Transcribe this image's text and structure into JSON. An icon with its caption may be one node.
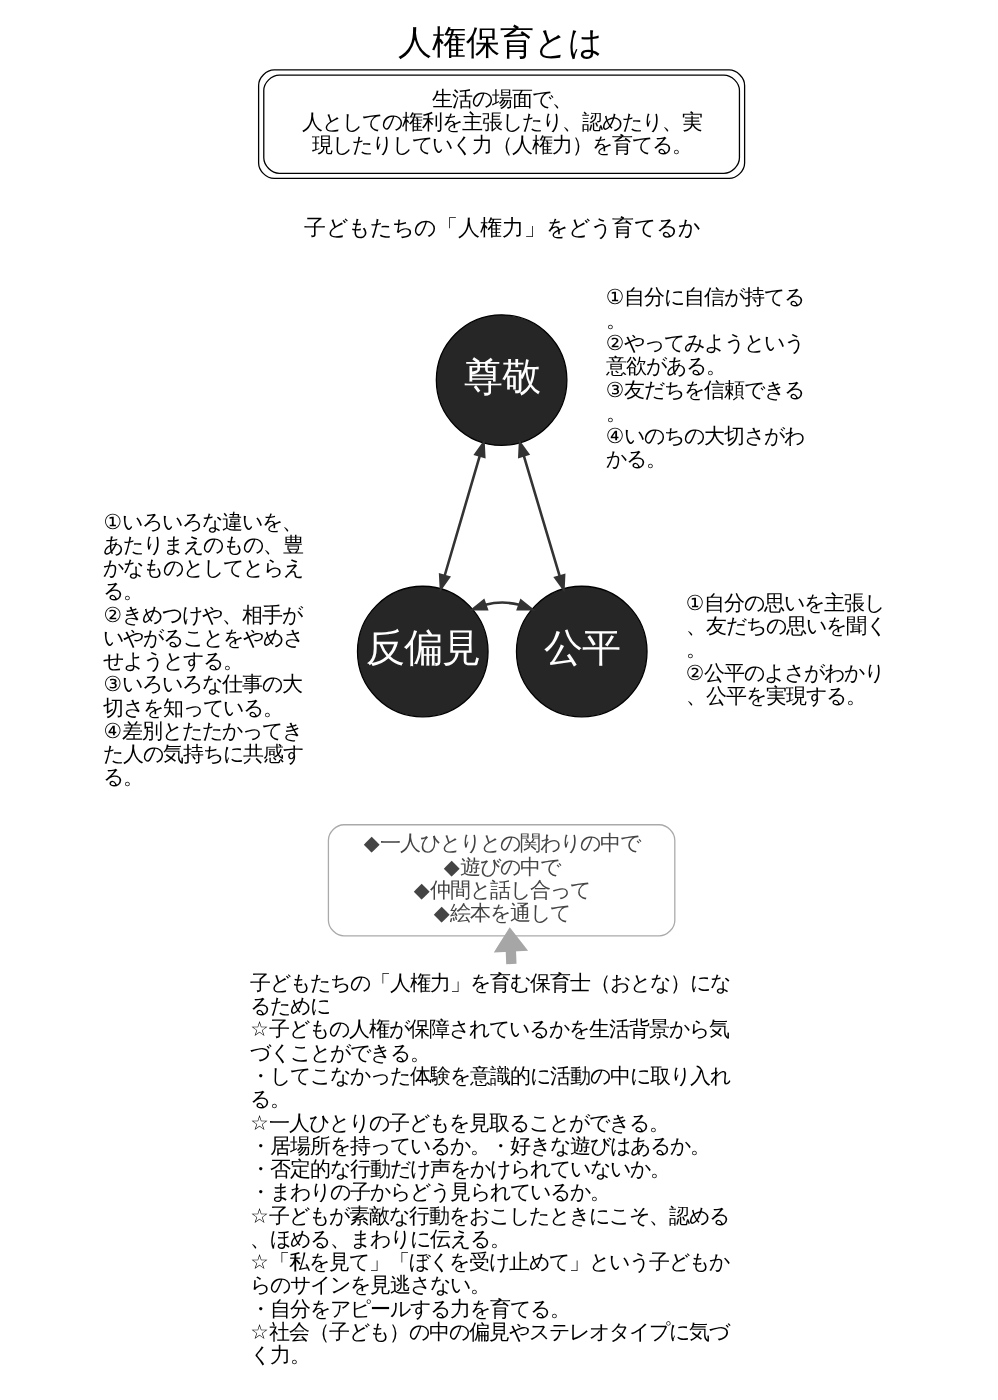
{
  "diagram": {
    "title": "人権保育とは",
    "nodes": [
      {
        "text": [
          "生活の場面で、",
          "人としての権利を主張したり、認めたり、実現したりしていく力（人権力）を育てる。"
        ]
      },
      {
        "text": [
          "尊敬"
        ],
        "beside": [
          "①自分に自信が持てる。",
          "②やってみようという意欲がある。",
          "③友だちを信頼できる。",
          "④いのちの大切さがわかる。"
        ]
      },
      {
        "text": [
          "反偏見"
        ],
        "beside": [
          "①いろいろな違いを、あたりまえのもの、豊かなものとしてとらえる。",
          "②きめつけや、相手がいやがることをやめさせようとする。",
          "③いろいろな仕事の大切さを知っている。",
          "④差別とたたかってきた人の気持ちに共感する。"
        ]
      },
      {
        "text": [
          "公平"
        ],
        "beside": [
          "①自分の思いを主張し、友だちの思いを聞く。",
          "②公平のよさがわかり、公平を実現する。"
        ]
      },
      {
        "text": [
          "◆一人ひとりとの関わりの中で",
          "◆遊びの中で",
          "◆仲間と話し合って",
          "◆絵本を通して"
        ]
      },
      {
        "text": [
          "子どもたちの「人権力」を育む保育士（おとな）になるために",
          "☆子どもの人権が保障されているかを生活背景から気づくことができる。",
          "・してこなかった体験を意識的に活動の中に取り入れる。",
          "☆一人ひとりの子どもを見取ることができる。",
          "・居場所を持っているか。・好きな遊びはあるか。",
          "・否定的な行動だけ声をかけられていないか。",
          "・まわりの子からどう見られているか。",
          "☆子どもが素敵な行動をおこしたときにこそ、認める、ほめる、まわりに伝える。",
          "☆「私を見て」「ぼくを受け止めて」という子どもからのサインを見逃さない。",
          "・自分をアピールする力を育てる。",
          "☆社会（子ども）の中の偏見やステレオタイプに気づく力。"
        ]
      }
    ],
    "edges": [
      {
        "from": 1,
        "to": 2,
        "arrow": "both"
      },
      {
        "from": 1,
        "to": 3,
        "arrow": "both"
      },
      {
        "from": 2,
        "to": 3,
        "arrow": "both"
      },
      {
        "from": 5,
        "to": 4,
        "arrow": "to",
        "style": "thick",
        "color": "#a6a6a6"
      }
    ],
    "labels": [
      "子どもたちの「人権力」をどう育てるか"
    ]
  }
}
